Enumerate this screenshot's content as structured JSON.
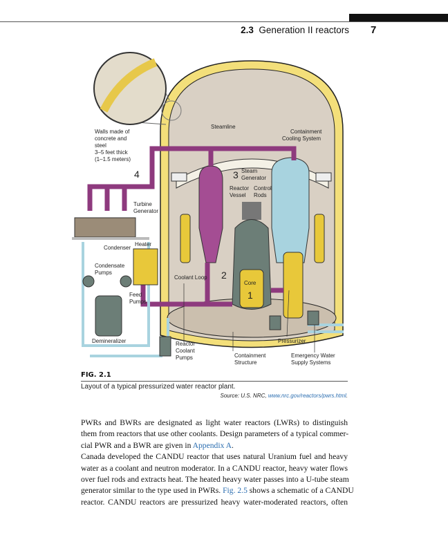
{
  "header": {
    "section_number": "2.3",
    "section_title": "Generation II reactors",
    "page_number": "7"
  },
  "figure": {
    "labels": {
      "walls": [
        "Walls made of",
        "concrete and",
        "steel",
        "3–5 feet thick",
        "(1–1.5 meters)"
      ],
      "steamline": "Steamline",
      "containment_cooling": [
        "Containment",
        "Cooling System"
      ],
      "steam_generator": [
        "Steam",
        "Generator"
      ],
      "reactor_vessel": [
        "Reactor",
        "Vessel"
      ],
      "control_rods": [
        "Control",
        "Rods"
      ],
      "turbine_generator": [
        "Turbine",
        "Generator"
      ],
      "heater": "Heater",
      "condenser": "Condenser",
      "condensate_pumps": [
        "Condensate",
        "Pumps"
      ],
      "feed_pumps": [
        "Feed",
        "Pumps"
      ],
      "coolant_loop": "Coolant Loop",
      "core": "Core",
      "demineralizer": "Demineralizer",
      "reactor_coolant_pumps": [
        "Reactor",
        "Coolant",
        "Pumps"
      ],
      "containment_structure": [
        "Containment",
        "Structure"
      ],
      "pressurizer": "Pressurizer",
      "emergency_water": [
        "Emergency Water",
        "Supply Systems"
      ],
      "n1": "1",
      "n2": "2",
      "n3": "3",
      "n4": "4"
    },
    "number": "FIG. 2.1",
    "caption": "Layout of a typical pressurized water reactor plant.",
    "source_prefix": "Source: U.S. NRC, ",
    "source_link": "www.nrc.gov/reactors/pwrs.html",
    "source_suffix": "."
  },
  "body": {
    "l1": "PWRs and BWRs are designated as light water reactors (LWRs) to distinguish",
    "l2": "them from reactors that use other coolants. Design parameters of a typical commer-",
    "l3a": "cial PWR and a BWR are given in ",
    "l3link": "Appendix A",
    "l3b": ".",
    "l4": "Canada developed the CANDU reactor that uses natural Uranium fuel and heavy",
    "l5": "water as a coolant and neutron moderator. In a CANDU reactor, heavy water flows",
    "l6": "over fuel rods and extracts heat. The heated heavy water passes into a U-tube steam",
    "l7a": "generator similar to the type used in PWRs. ",
    "l7link": "Fig. 2.5",
    "l7b": " shows a schematic of a CANDU",
    "l8": "reactor. CANDU reactors are pressurized heavy water-moderated reactors, often"
  },
  "colors": {
    "pipe": "#8e3a7e",
    "containment": "#f3df7a",
    "interior": "#d9d0c4",
    "link": "#2a6db0",
    "water": "#a8d3df"
  }
}
